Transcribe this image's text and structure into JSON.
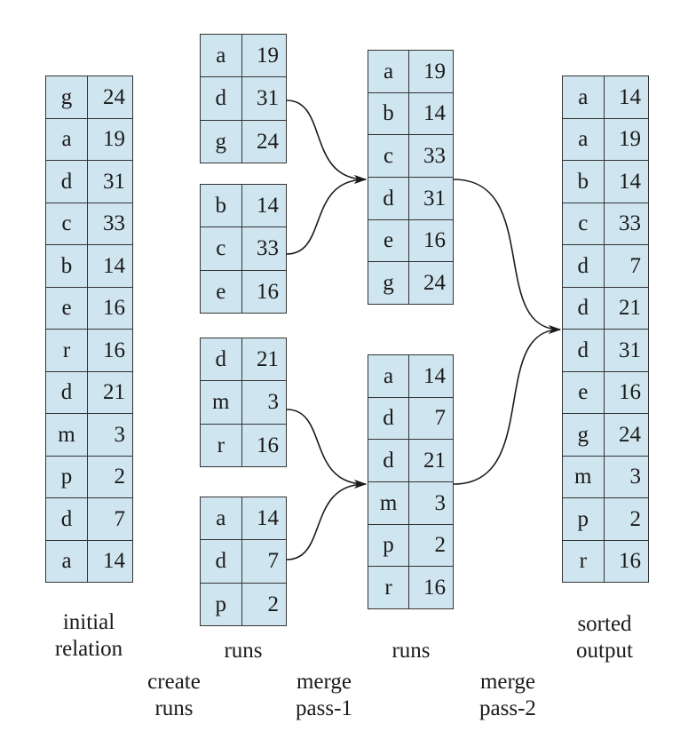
{
  "initial_relation": {
    "rows": [
      [
        "g",
        "24"
      ],
      [
        "a",
        "19"
      ],
      [
        "d",
        "31"
      ],
      [
        "c",
        "33"
      ],
      [
        "b",
        "14"
      ],
      [
        "e",
        "16"
      ],
      [
        "r",
        "16"
      ],
      [
        "d",
        "21"
      ],
      [
        "m",
        "3"
      ],
      [
        "p",
        "2"
      ],
      [
        "d",
        "7"
      ],
      [
        "a",
        "14"
      ]
    ]
  },
  "runs": [
    {
      "rows": [
        [
          "a",
          "19"
        ],
        [
          "d",
          "31"
        ],
        [
          "g",
          "24"
        ]
      ]
    },
    {
      "rows": [
        [
          "b",
          "14"
        ],
        [
          "c",
          "33"
        ],
        [
          "e",
          "16"
        ]
      ]
    },
    {
      "rows": [
        [
          "d",
          "21"
        ],
        [
          "m",
          "3"
        ],
        [
          "r",
          "16"
        ]
      ]
    },
    {
      "rows": [
        [
          "a",
          "14"
        ],
        [
          "d",
          "7"
        ],
        [
          "p",
          "2"
        ]
      ]
    }
  ],
  "merged_runs": [
    {
      "rows": [
        [
          "a",
          "19"
        ],
        [
          "b",
          "14"
        ],
        [
          "c",
          "33"
        ],
        [
          "d",
          "31"
        ],
        [
          "e",
          "16"
        ],
        [
          "g",
          "24"
        ]
      ]
    },
    {
      "rows": [
        [
          "a",
          "14"
        ],
        [
          "d",
          "7"
        ],
        [
          "d",
          "21"
        ],
        [
          "m",
          "3"
        ],
        [
          "p",
          "2"
        ],
        [
          "r",
          "16"
        ]
      ]
    }
  ],
  "sorted_output": {
    "rows": [
      [
        "a",
        "14"
      ],
      [
        "a",
        "19"
      ],
      [
        "b",
        "14"
      ],
      [
        "c",
        "33"
      ],
      [
        "d",
        "7"
      ],
      [
        "d",
        "21"
      ],
      [
        "d",
        "31"
      ],
      [
        "e",
        "16"
      ],
      [
        "g",
        "24"
      ],
      [
        "m",
        "3"
      ],
      [
        "p",
        "2"
      ],
      [
        "r",
        "16"
      ]
    ]
  },
  "labels": {
    "initial_relation": [
      "initial",
      "relation"
    ],
    "runs_1": "runs",
    "runs_2": "runs",
    "sorted_output": [
      "sorted",
      "output"
    ],
    "create_runs": [
      "create",
      "runs"
    ],
    "merge_pass_1": [
      "merge",
      "pass-1"
    ],
    "merge_pass_2": [
      "merge",
      "pass-2"
    ]
  },
  "colors": {
    "cell_fill": "#cfe5ef",
    "border": "#333333",
    "arrow": "#1a1a1a"
  }
}
